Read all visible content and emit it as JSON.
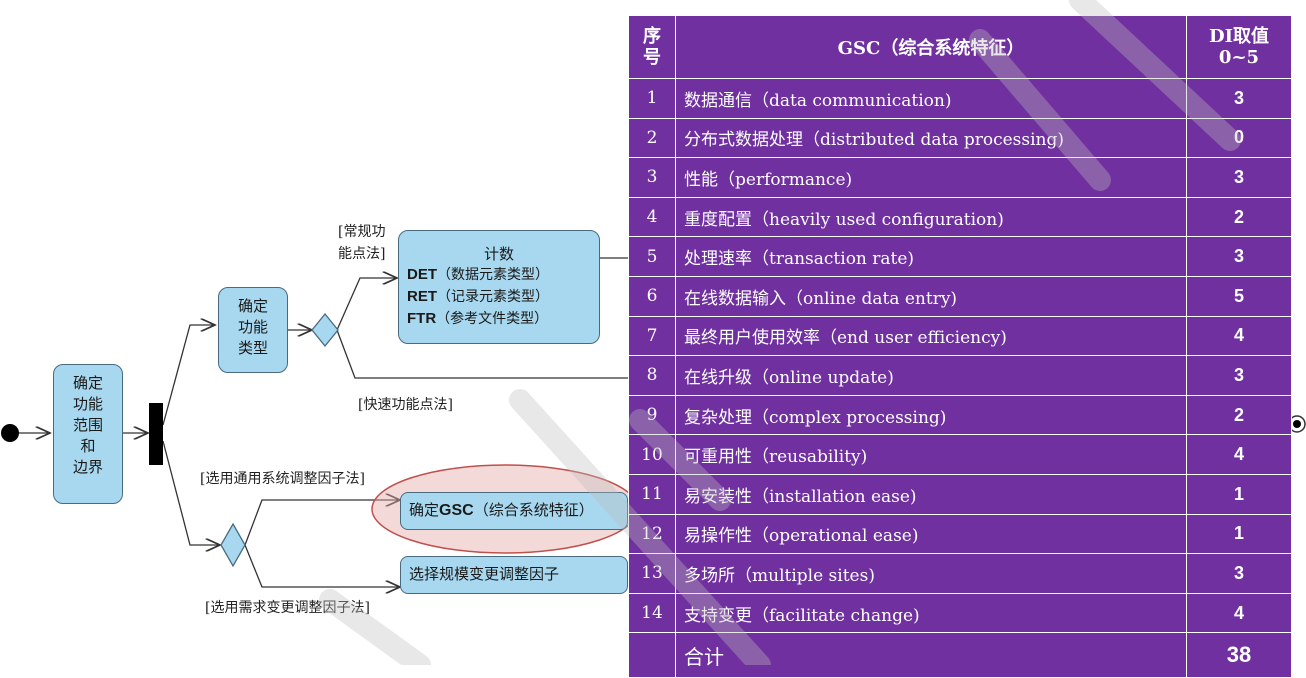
{
  "diagram": {
    "boundary_box": "确定\n功能\n范围\n和\n边界",
    "type_box": "确定\n功能\n类型",
    "count_box": {
      "title": "计数",
      "lines": [
        {
          "abbr": "DET",
          "desc": "（数据元素类型）"
        },
        {
          "abbr": "RET",
          "desc": "（记录元素类型）"
        },
        {
          "abbr": "FTR",
          "desc": "（参考文件类型）"
        }
      ]
    },
    "gsc_box": {
      "prefix": "确定",
      "abbr": "GSC",
      "desc": "（综合系统特征）"
    },
    "scale_box": "选择规模变更调整因子",
    "labels": {
      "regular": "[常规功\n能点法]",
      "quick": "[快速功能点法]",
      "general": "[选用通用系统调整因子法]",
      "demand": "[选用需求变更调整因子法]"
    }
  },
  "table": {
    "header": {
      "no": "序\n号",
      "name": "GSC（综合系统特征）",
      "di": "DI取值\n0~5"
    },
    "rows": [
      {
        "no": "1",
        "name": "数据通信（data communication)",
        "di": "3"
      },
      {
        "no": "2",
        "name": "分布式数据处理（distributed data processing)",
        "di": "0"
      },
      {
        "no": "3",
        "name": "性能（performance)",
        "di": "3"
      },
      {
        "no": "4",
        "name": "重度配置（heavily used configuration)",
        "di": "2"
      },
      {
        "no": "5",
        "name": "处理速率（transaction rate)",
        "di": "3"
      },
      {
        "no": "6",
        "name": "在线数据输入（online data entry)",
        "di": "5"
      },
      {
        "no": "7",
        "name": "最终用户使用效率（end user efficiency)",
        "di": "4"
      },
      {
        "no": "8",
        "name": "在线升级（online update)",
        "di": "3"
      },
      {
        "no": "9",
        "name": "复杂处理（complex processing)",
        "di": "2"
      },
      {
        "no": "10",
        "name": "可重用性（reusability)",
        "di": "4"
      },
      {
        "no": "11",
        "name": "易安装性（installation ease)",
        "di": "1"
      },
      {
        "no": "12",
        "name": "易操作性（operational ease)",
        "di": "1"
      },
      {
        "no": "13",
        "name": "多场所（multiple sites)",
        "di": "3"
      },
      {
        "no": "14",
        "name": "支持变更（facilitate change)",
        "di": "4"
      }
    ],
    "total": {
      "label": "合计",
      "value": "38"
    }
  }
}
